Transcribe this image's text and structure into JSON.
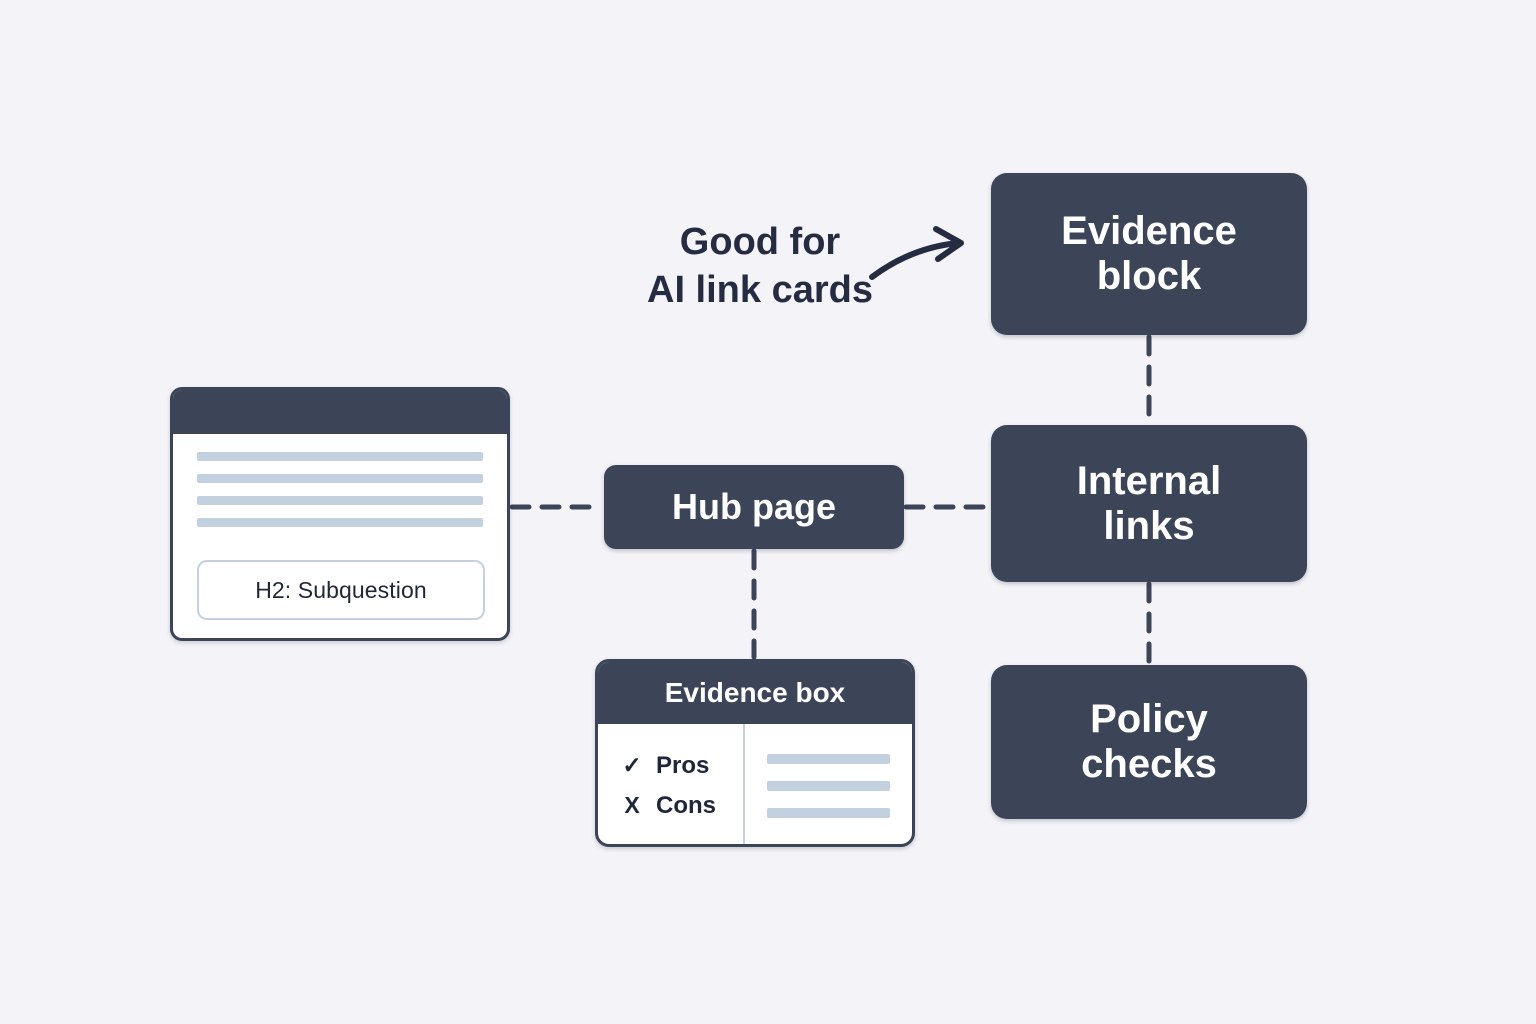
{
  "canvas": {
    "background_color": "#f4f4f8",
    "node_color": "#3c4458",
    "line_color": "#c3d0e0",
    "text_color": "#1f2639"
  },
  "annotation": {
    "line1": "Good for",
    "line2": "AI link cards",
    "arrow_icon": "curved-arrow-right-icon"
  },
  "document_card": {
    "header_label": "",
    "text_lines": [
      "",
      "",
      "",
      ""
    ],
    "h2_label": "H2: Subquestion"
  },
  "hub": {
    "label": "Hub page"
  },
  "evidence_box": {
    "title": "Evidence box",
    "rows": [
      {
        "icon": "✓",
        "icon_name": "check-icon",
        "label": "Pros"
      },
      {
        "icon": "X",
        "icon_name": "cross-icon",
        "label": "Cons"
      }
    ],
    "detail_lines": [
      "",
      "",
      ""
    ]
  },
  "nodes": [
    {
      "id": "evidence-block",
      "label": "Evidence\nblock",
      "line1": "Evidence",
      "line2": "block"
    },
    {
      "id": "internal-links",
      "label": "Internal\nlinks",
      "line1": "Internal",
      "line2": "links"
    },
    {
      "id": "policy-checks",
      "label": "Policy\nchecks",
      "line1": "Policy",
      "line2": "checks"
    }
  ],
  "connectors": [
    {
      "from": "document-card",
      "to": "hub-page",
      "style": "dashed",
      "orientation": "horizontal"
    },
    {
      "from": "hub-page",
      "to": "internal-links",
      "style": "dashed",
      "orientation": "horizontal"
    },
    {
      "from": "hub-page",
      "to": "evidence-box",
      "style": "dashed",
      "orientation": "vertical"
    },
    {
      "from": "evidence-block",
      "to": "internal-links",
      "style": "dashed",
      "orientation": "vertical"
    },
    {
      "from": "internal-links",
      "to": "policy-checks",
      "style": "dashed",
      "orientation": "vertical"
    }
  ]
}
